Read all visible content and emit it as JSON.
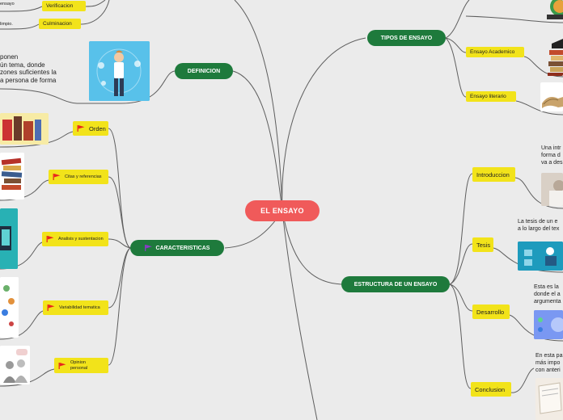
{
  "center": {
    "label": "EL ENSAYO"
  },
  "left": {
    "definicion": {
      "label": "DEFINICION",
      "text_lines": [
        "ponen",
        "ún tema, donde",
        "zones suficientes la",
        "a persona de forma"
      ]
    },
    "top_items": [
      {
        "label": "Verificacion",
        "text": "ensayo"
      },
      {
        "label": "Culminacion",
        "text": "limpio."
      }
    ],
    "caracteristicas": {
      "label": "CARACTERISTICAS",
      "items": [
        {
          "label": "Orden"
        },
        {
          "label": "Citas y referencias"
        },
        {
          "label": "Analisis y sustentacion"
        },
        {
          "label": "Variabilidad tematica"
        },
        {
          "label": "Opinion personal"
        }
      ]
    }
  },
  "right": {
    "tipos": {
      "label": "TIPOS DE ENSAYO",
      "items": [
        {
          "label": "Ensayo Academico"
        },
        {
          "label": "Ensayo literario"
        }
      ]
    },
    "estructura": {
      "label": "ESTRUCTURA DE UN ENSAYO",
      "items": [
        {
          "label": "Introduccion",
          "text_lines": [
            "Una intr",
            "forma d",
            "va a des"
          ]
        },
        {
          "label": "Tesis",
          "text_lines": [
            "La tesis de un e",
            "a lo largo del tex"
          ]
        },
        {
          "label": "Desarrollo",
          "text_lines": [
            "Esta es la",
            "donde el a",
            "argumenta"
          ]
        },
        {
          "label": "Conclusion",
          "text_lines": [
            "En esta pa",
            "más impo",
            "con anteri"
          ]
        }
      ]
    }
  },
  "colors": {
    "center": "#f05a5a",
    "main": "#1e7a3c",
    "sub": "#f2e31a",
    "line": "#5e5e5e",
    "flag_red": "#e8261d",
    "flag_purple": "#8a3cc8"
  }
}
